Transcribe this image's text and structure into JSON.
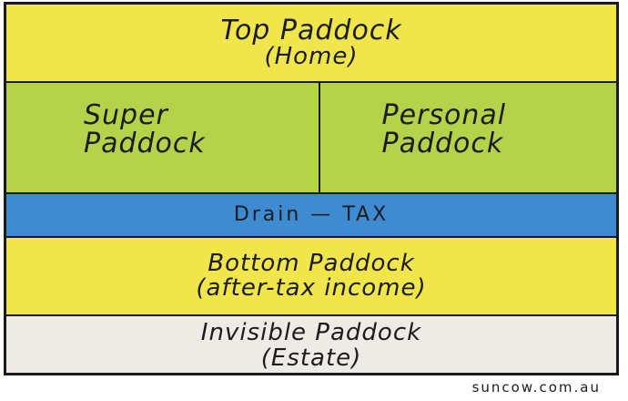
{
  "colors": {
    "top": "#f0e64c",
    "super": "#b4d24a",
    "personal": "#b4d24a",
    "drain": "#3f8bd2",
    "bottom": "#f0e64c",
    "invisible": "#eeebe6",
    "outline": "#1a1a1a"
  },
  "paddocks": {
    "top": {
      "title": "Top Paddock",
      "subtitle": "(Home)"
    },
    "super": {
      "line1": "Super",
      "line2": "Paddock"
    },
    "personal": {
      "line1": "Personal",
      "line2": "Paddock"
    },
    "drain": {
      "label": "Drain — TAX"
    },
    "bottom": {
      "title": "Bottom Paddock",
      "subtitle": "(after-tax income)"
    },
    "invisible": {
      "title": "Invisible Paddock",
      "subtitle": "(Estate)"
    }
  },
  "credit": "suncow.com.au"
}
